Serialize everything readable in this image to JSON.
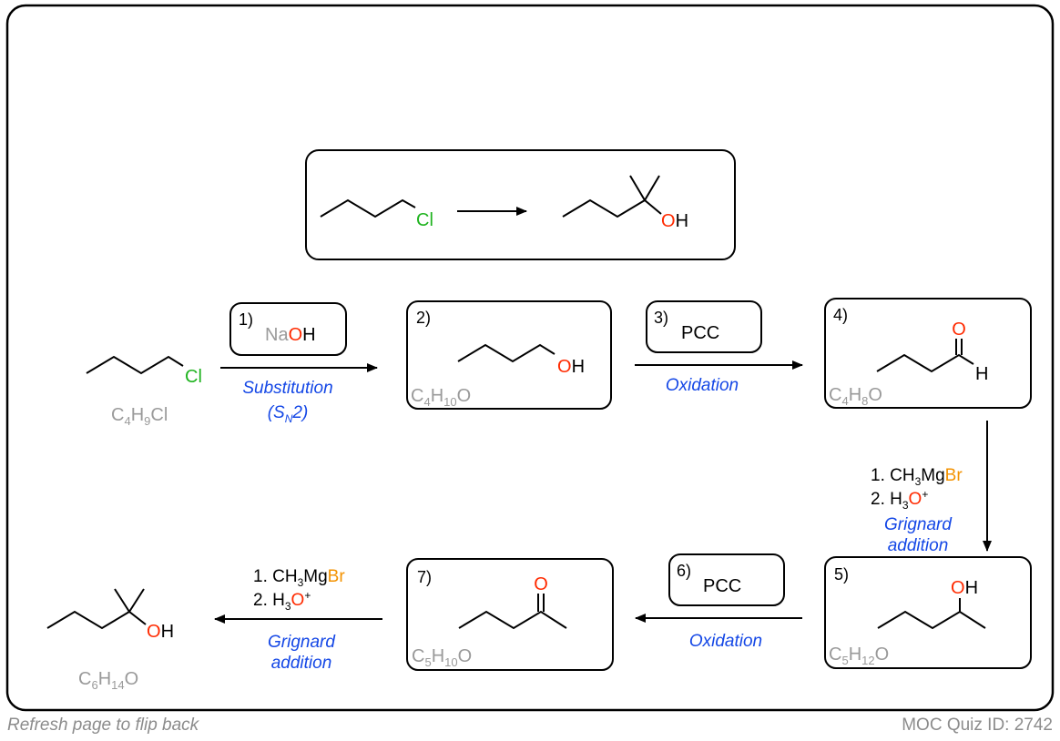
{
  "boxes": {
    "step2": "2)",
    "step3": "3)",
    "step4": "4)",
    "step5": "5)",
    "step6": "6)",
    "step7": "7)",
    "step1": "1)"
  },
  "atoms": {
    "cl": "Cl",
    "o": "O",
    "h": "H",
    "na": "Na"
  },
  "reagents": {
    "pcc": "PCC",
    "grignard_prefix": "1. CH",
    "grignard_mg": "Mg",
    "grignard_br": "Br",
    "acid_prefix": "2. H",
    "three": "3",
    "plus": "+"
  },
  "labels": {
    "substitution": "Substitution",
    "sn2_open": "(S",
    "sn2_sub": "N",
    "sn2_close": "2)",
    "oxidation": "Oxidation",
    "grignard": "Grignard",
    "addition": "addition"
  },
  "formulas": {
    "c4h9cl": {
      "c": "C",
      "cs": "4",
      "h": "H",
      "hs": "9",
      "x": "Cl"
    },
    "c4h10o": {
      "c": "C",
      "cs": "4",
      "h": "H",
      "hs": "10",
      "x": "O"
    },
    "c4h8o": {
      "c": "C",
      "cs": "4",
      "h": "H",
      "hs": "8",
      "x": "O"
    },
    "c5h12o": {
      "c": "C",
      "cs": "5",
      "h": "H",
      "hs": "12",
      "x": "O"
    },
    "c5h10o": {
      "c": "C",
      "cs": "5",
      "h": "H",
      "hs": "10",
      "x": "O"
    },
    "c6h14o": {
      "c": "C",
      "cs": "6",
      "h": "H",
      "hs": "14",
      "x": "O"
    }
  },
  "footer": {
    "left": "Refresh page to flip back",
    "right": "MOC Quiz ID: 2742"
  },
  "colors": {
    "chlorine": "#1fb31f",
    "oxygen": "#ff2a00",
    "bromine": "#f39200",
    "reaction_label": "#1447e6",
    "formula_gray": "#9a9a9a"
  }
}
